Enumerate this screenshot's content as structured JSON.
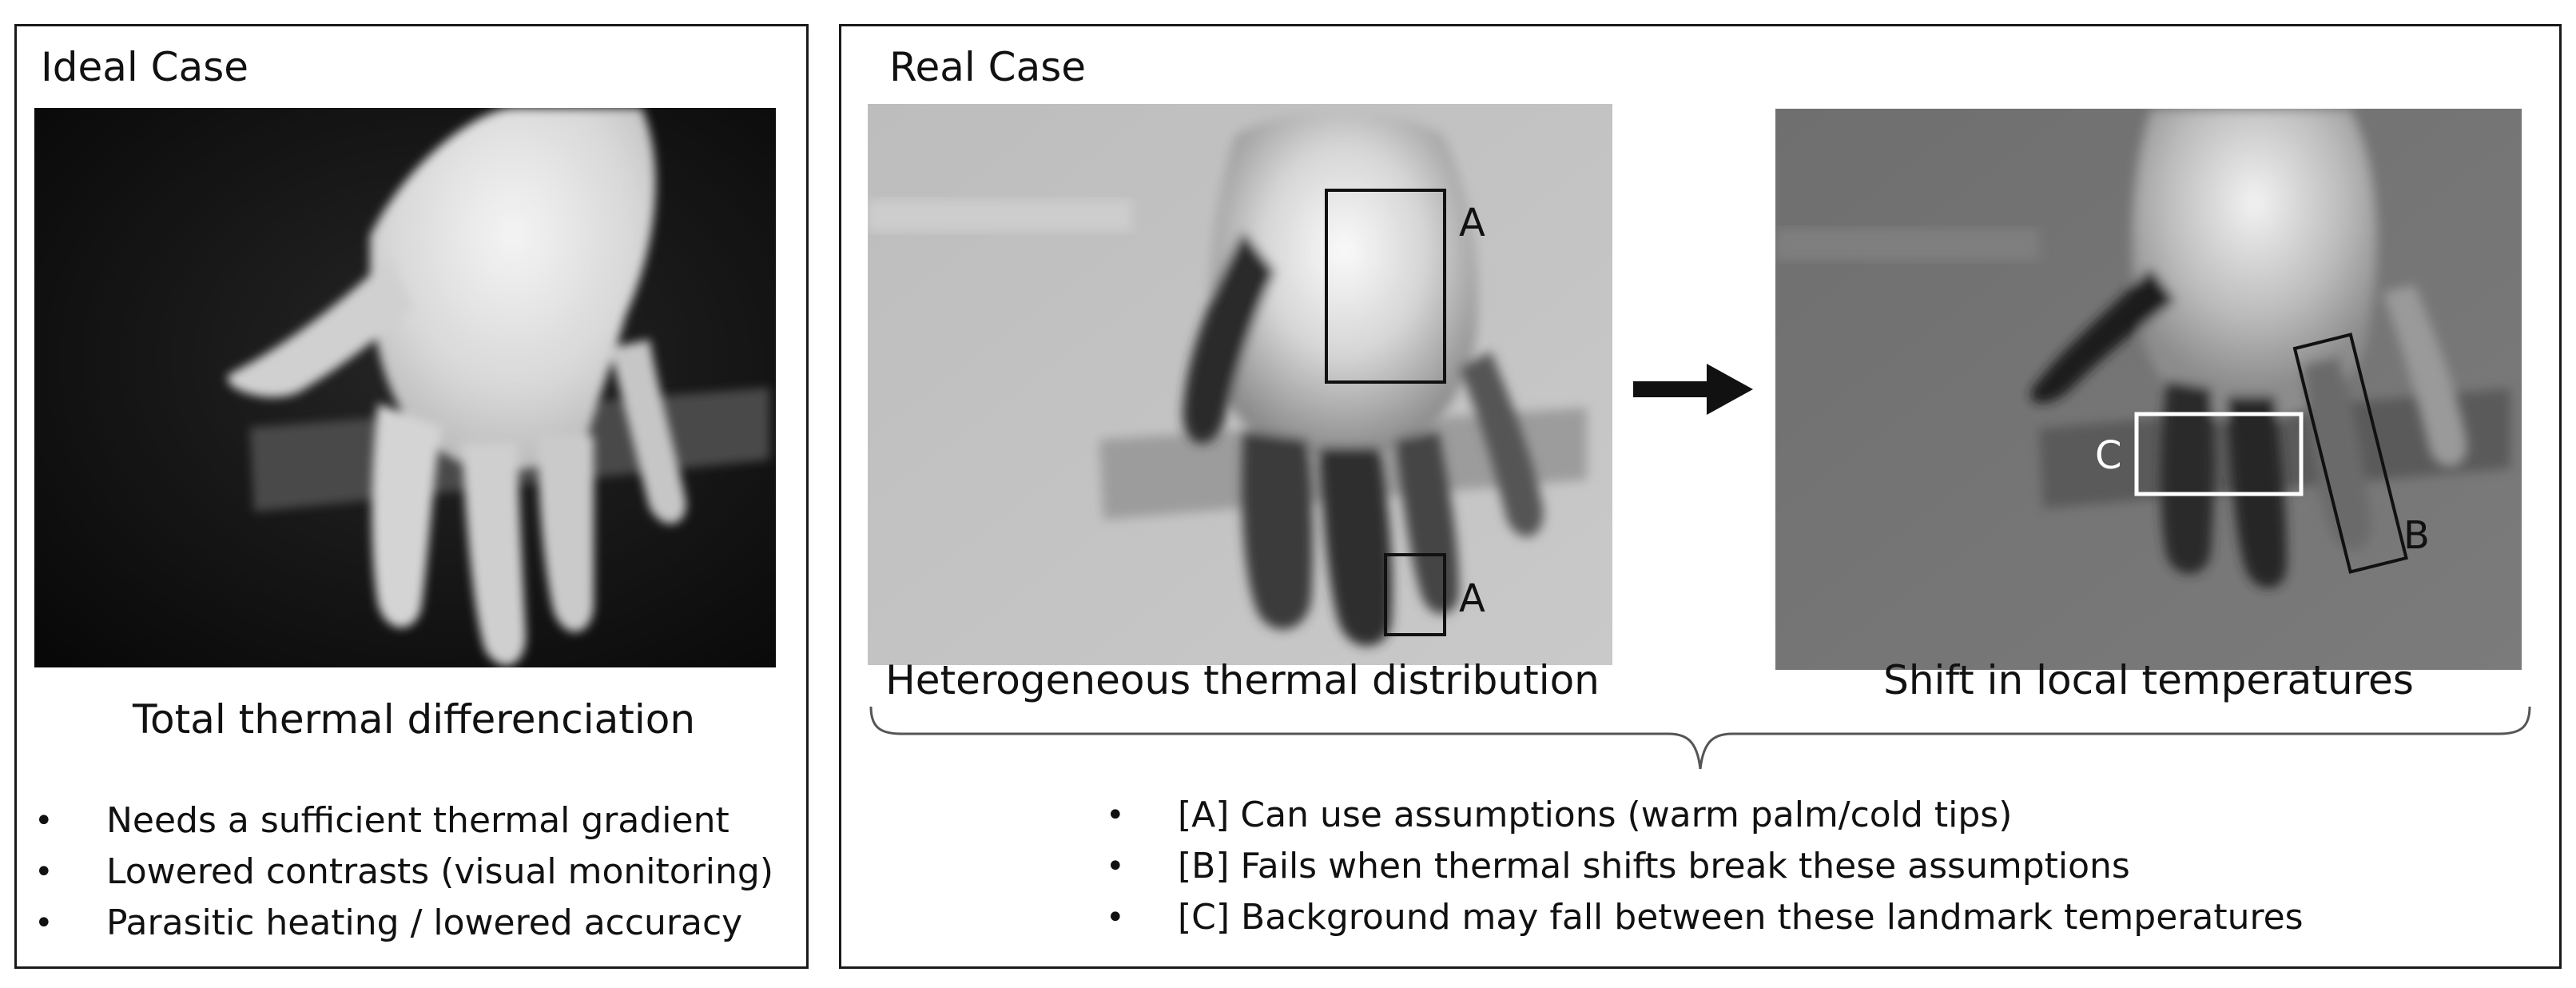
{
  "ideal": {
    "title": "Ideal Case",
    "caption": "Total thermal differenciation",
    "bullets": [
      "Needs a sufficient thermal gradient",
      "Lowered contrasts (visual monitoring)",
      "Parasitic heating / lowered accuracy"
    ]
  },
  "real": {
    "title": "Real Case",
    "caption_left": "Heterogeneous  thermal  distribution",
    "caption_right": "Shift in local temperatures",
    "bullets": [
      "[A] Can use assumptions (warm palm/cold tips)",
      "[B] Fails when thermal shifts break these assumptions",
      "[C] Background may fall between these landmark temperatures"
    ]
  },
  "labels": {
    "a_top": "A",
    "a_bottom": "A",
    "b": "B",
    "c": "C"
  },
  "bullet_glyph": "•",
  "colors": {
    "border": "#1a1a1a",
    "box_dark": "#111111",
    "box_light": "#ffffff"
  }
}
